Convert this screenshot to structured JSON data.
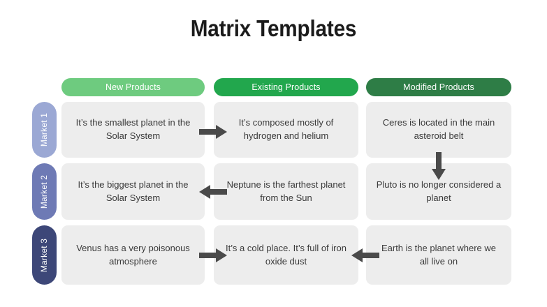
{
  "slide": {
    "title": "Matrix Templates",
    "background_color": "#ffffff"
  },
  "colors": {
    "header_light_green": "#6ecb7f",
    "header_mid_green": "#22a74d",
    "header_dark_green": "#2e7d46",
    "row_light_purple": "#9ba8d4",
    "row_mid_purple": "#6e7ab5",
    "row_dark_purple": "#3d4778",
    "card_gray": "#ededed",
    "card_text": "#3a3a3a",
    "arrow_gray": "#4a4a4a",
    "title_color": "#1b1b1b"
  },
  "columns": [
    {
      "label": "New Products",
      "color": "#6ecb7f"
    },
    {
      "label": "Existing Products",
      "color": "#22a74d"
    },
    {
      "label": "Modified Products",
      "color": "#2e7d46"
    }
  ],
  "rows": [
    {
      "label": "Market 1",
      "color": "#9ba8d4"
    },
    {
      "label": "Market 2",
      "color": "#6e7ab5"
    },
    {
      "label": "Market 3",
      "color": "#3d4778"
    }
  ],
  "cells": [
    [
      "It’s the smallest planet in the Solar System",
      "It’s composed mostly of hydrogen and helium",
      "Ceres is located in the main asteroid belt"
    ],
    [
      "It’s the biggest planet in the Solar System",
      "Neptune is the farthest planet from the Sun",
      "Pluto is no longer considered a planet"
    ],
    [
      "Venus has a very poisonous atmosphere",
      "It’s a cold place. It’s full of iron oxide dust",
      "Earth is the planet where we all live on"
    ]
  ],
  "arrows": [
    {
      "id": "arrow-row1-col1-to-col2",
      "direction": "right"
    },
    {
      "id": "arrow-row1-col3-to-row2-col3",
      "direction": "down"
    },
    {
      "id": "arrow-row2-col2-to-col1",
      "direction": "left"
    },
    {
      "id": "arrow-row3-col1-to-col2",
      "direction": "right"
    },
    {
      "id": "arrow-row3-col3-to-col2",
      "direction": "left"
    }
  ]
}
